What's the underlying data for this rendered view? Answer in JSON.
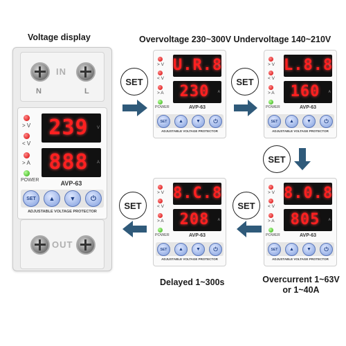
{
  "captions": {
    "voltage_display": "Voltage display",
    "over_under": "Overvoltage 230~300V Undervoltage 140~210V",
    "delayed": "Delayed 1~300s",
    "overcurrent_l1": "Overcurrent 1~63V",
    "overcurrent_l2": "or 1~40A"
  },
  "set_label": "SET",
  "indicator_labels": {
    "over_v": "> V",
    "under_v": "< V",
    "over_a": "> A",
    "power": "POWER"
  },
  "units": {
    "v": "V",
    "a": "A"
  },
  "model": "AVP-63",
  "protector_label": "ADJUSTABLE VOLTAGE PROTECTOR",
  "button_label": "SET",
  "terminals": {
    "in_label": "IN",
    "out_label": "OUT",
    "n": "N",
    "l": "L"
  },
  "main_display": {
    "top": "239",
    "bottom": "888"
  },
  "panels": [
    {
      "top": "U.R.8",
      "bottom": "230"
    },
    {
      "top": "L.8.8",
      "bottom": "160"
    },
    {
      "top": "8.0.8",
      "bottom": "805"
    },
    {
      "top": "8.C.8",
      "bottom": "208"
    }
  ],
  "colors": {
    "segment": "#ff2020",
    "arrow": "#2f5a7a",
    "button": "#7f9ddc"
  }
}
